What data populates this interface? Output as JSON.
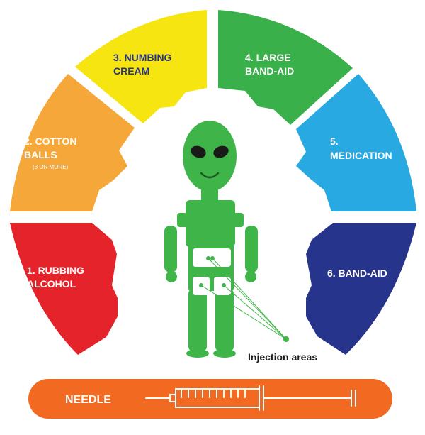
{
  "colors": {
    "alcohol": "#e5232b",
    "cotton": "#f5a73a",
    "numbing": "#f6e510",
    "largebandaid": "#3ab04a",
    "medication": "#29a9e1",
    "bandaid": "#27348b",
    "alien": "#3fb549",
    "needle_bar": "#f26a21"
  },
  "steps": [
    {
      "id": "rubbing-alcohol",
      "line1": "1. RUBBING",
      "line2": "ALCOHOL"
    },
    {
      "id": "cotton-balls",
      "line1": "2. COTTON",
      "line2": "BALLS",
      "note": "(3 OR MORE)"
    },
    {
      "id": "numbing-cream",
      "line1": "3. NUMBING",
      "line2": "CREAM"
    },
    {
      "id": "large-band-aid",
      "line1": "4. LARGE",
      "line2": "BAND-AID"
    },
    {
      "id": "medication",
      "line1": "5.",
      "line2": "MEDICATION"
    },
    {
      "id": "band-aid",
      "line1": "6. BAND-AID"
    }
  ],
  "injection_label": "Injection areas",
  "needle_label": "NEEDLE",
  "icons": [
    "alien-figure-icon",
    "syringe-icon"
  ]
}
